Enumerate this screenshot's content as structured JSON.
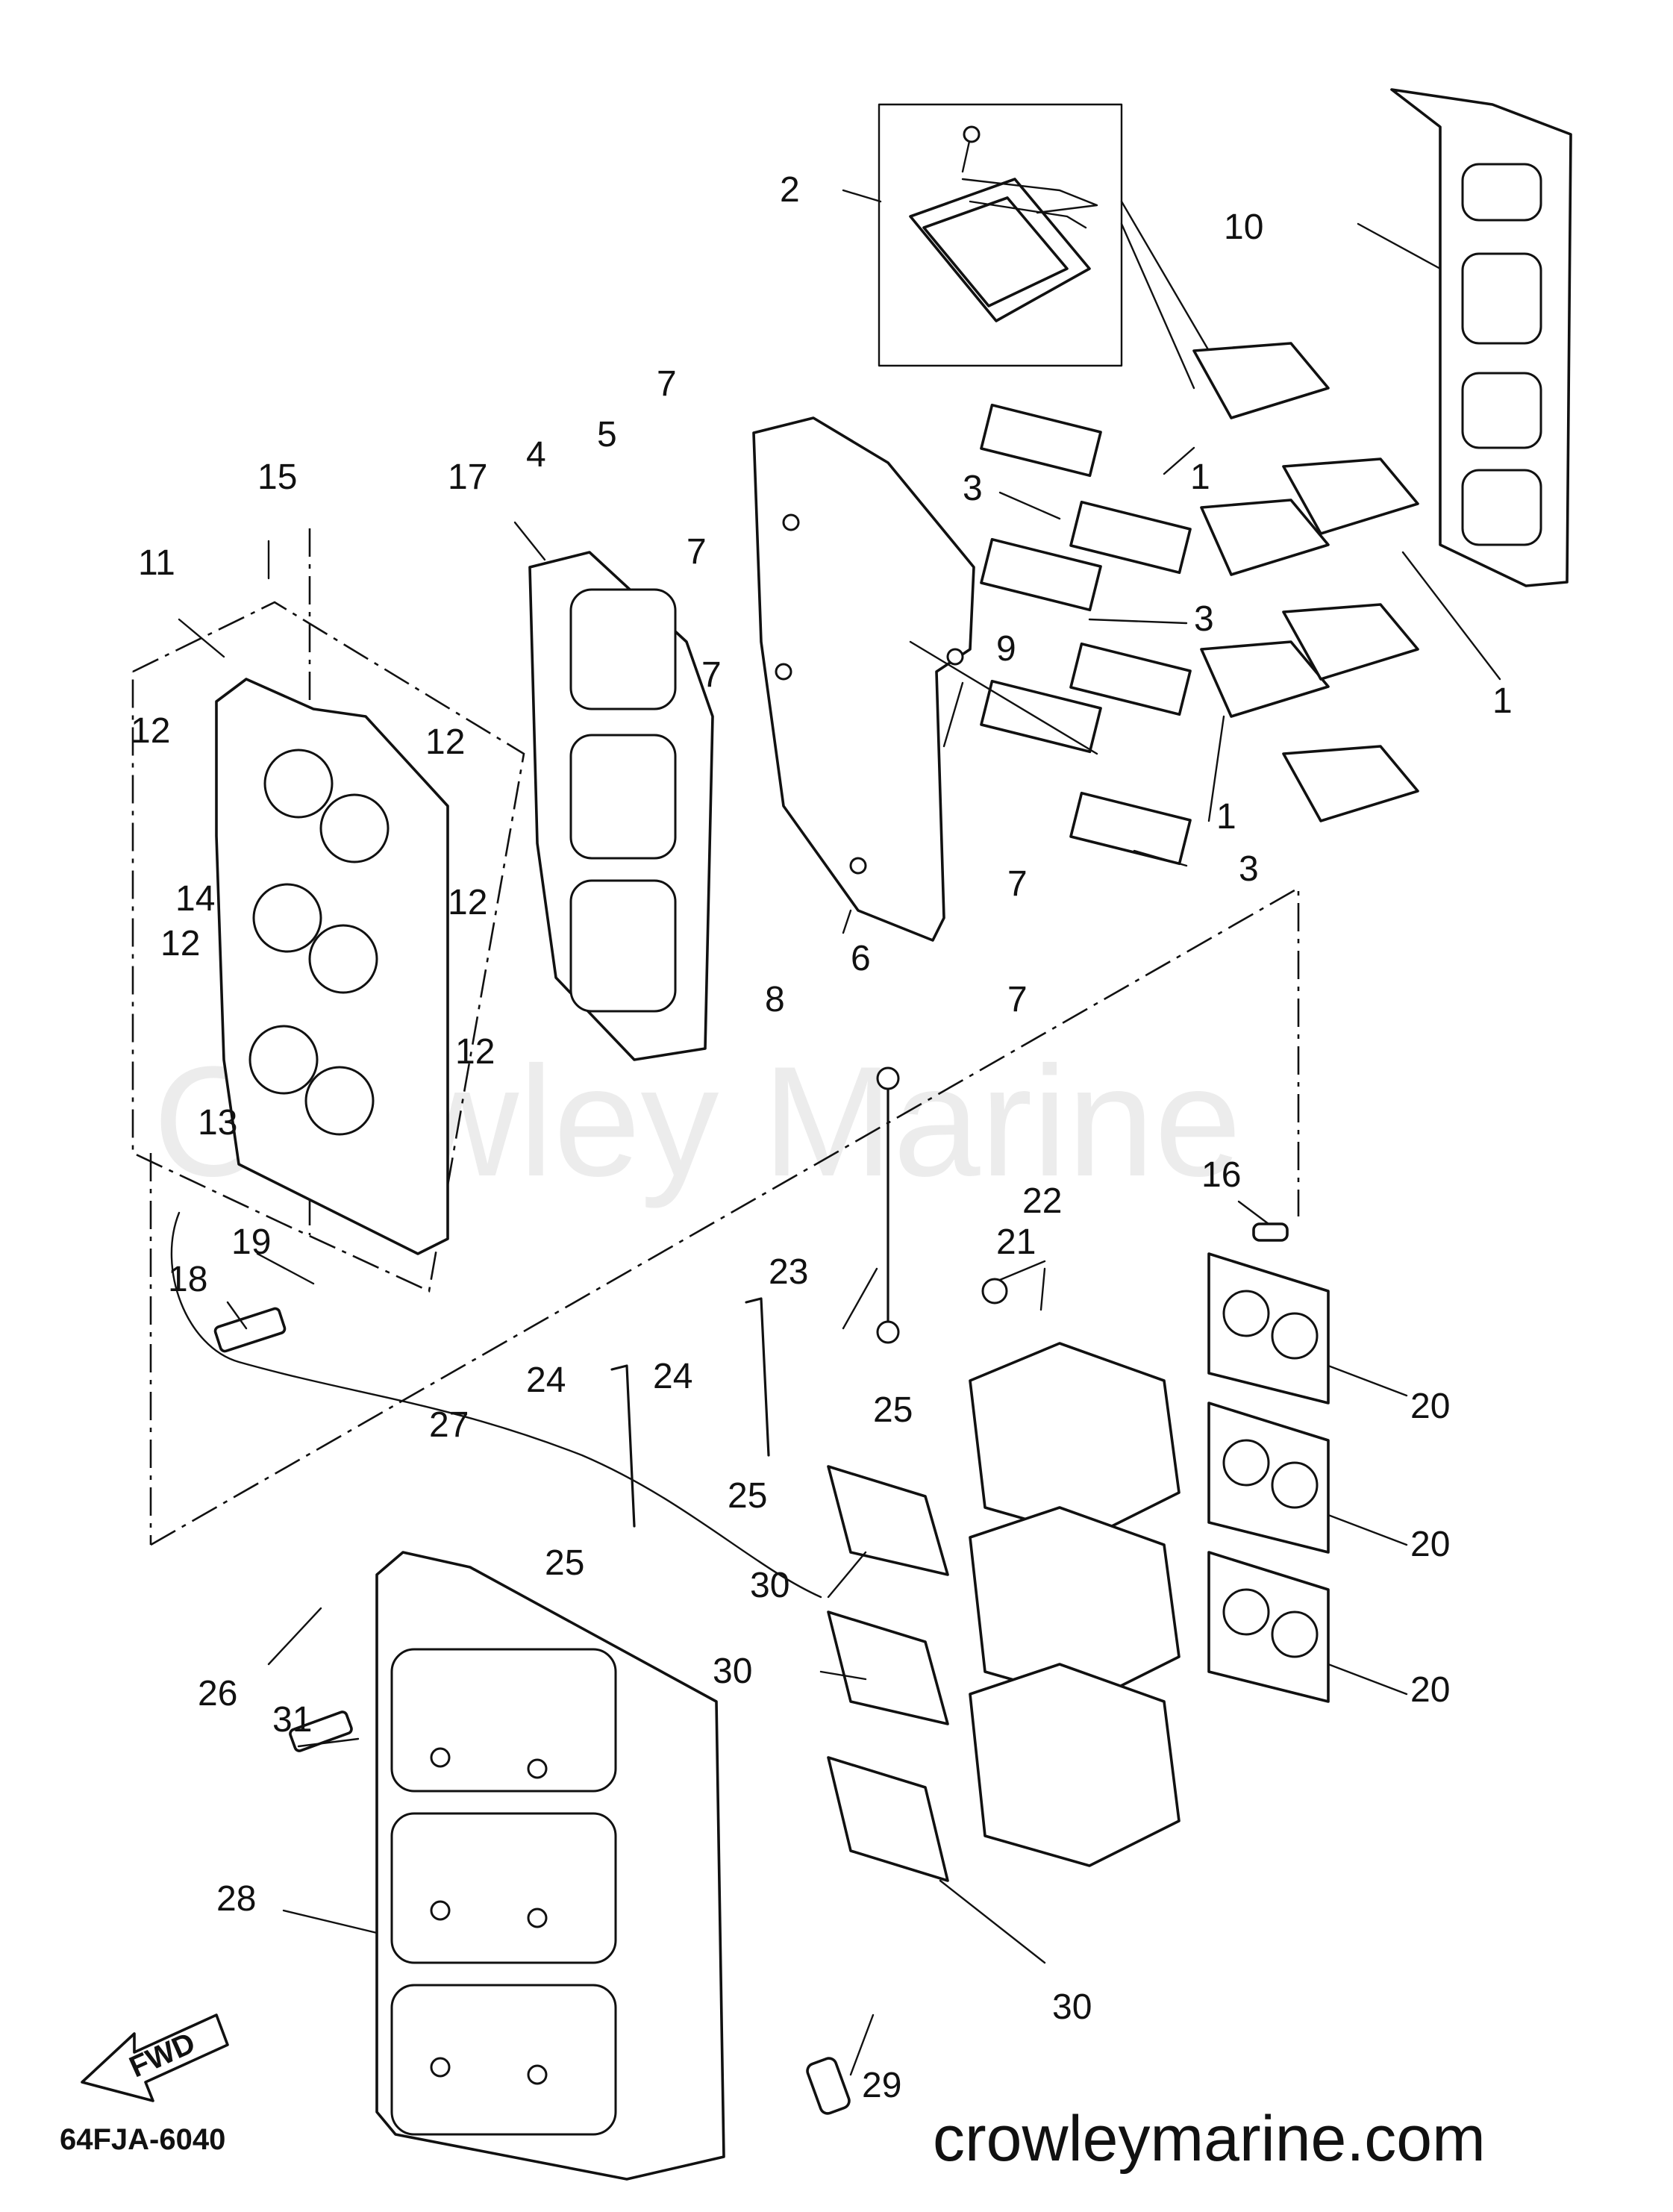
{
  "diagram_code": "64FJA-6040",
  "website": "crowleymarine.com",
  "watermark": "Crowley Marine",
  "fwd_arrow_label": "FWD",
  "callouts": [
    {
      "id": "c1a",
      "text": "1"
    },
    {
      "id": "c1b",
      "text": "1"
    },
    {
      "id": "c1c",
      "text": "1"
    },
    {
      "id": "c2",
      "text": "2"
    },
    {
      "id": "c3a",
      "text": "3"
    },
    {
      "id": "c3b",
      "text": "3"
    },
    {
      "id": "c3c",
      "text": "3"
    },
    {
      "id": "c4",
      "text": "4"
    },
    {
      "id": "c5",
      "text": "5"
    },
    {
      "id": "c6",
      "text": "6"
    },
    {
      "id": "c7a",
      "text": "7"
    },
    {
      "id": "c7b",
      "text": "7"
    },
    {
      "id": "c7c",
      "text": "7"
    },
    {
      "id": "c7d",
      "text": "7"
    },
    {
      "id": "c7e",
      "text": "7"
    },
    {
      "id": "c8",
      "text": "8"
    },
    {
      "id": "c9",
      "text": "9"
    },
    {
      "id": "c10",
      "text": "10"
    },
    {
      "id": "c11",
      "text": "11"
    },
    {
      "id": "c12a",
      "text": "12"
    },
    {
      "id": "c12b",
      "text": "12"
    },
    {
      "id": "c12c",
      "text": "12"
    },
    {
      "id": "c12d",
      "text": "12"
    },
    {
      "id": "c12e",
      "text": "12"
    },
    {
      "id": "c13",
      "text": "13"
    },
    {
      "id": "c14",
      "text": "14"
    },
    {
      "id": "c15",
      "text": "15"
    },
    {
      "id": "c16",
      "text": "16"
    },
    {
      "id": "c17",
      "text": "17"
    },
    {
      "id": "c18",
      "text": "18"
    },
    {
      "id": "c19",
      "text": "19"
    },
    {
      "id": "c20a",
      "text": "20"
    },
    {
      "id": "c20b",
      "text": "20"
    },
    {
      "id": "c20c",
      "text": "20"
    },
    {
      "id": "c21",
      "text": "21"
    },
    {
      "id": "c22",
      "text": "22"
    },
    {
      "id": "c23",
      "text": "23"
    },
    {
      "id": "c24a",
      "text": "24"
    },
    {
      "id": "c24b",
      "text": "24"
    },
    {
      "id": "c25a",
      "text": "25"
    },
    {
      "id": "c25b",
      "text": "25"
    },
    {
      "id": "c25c",
      "text": "25"
    },
    {
      "id": "c26",
      "text": "26"
    },
    {
      "id": "c27",
      "text": "27"
    },
    {
      "id": "c28",
      "text": "28"
    },
    {
      "id": "c29",
      "text": "29"
    },
    {
      "id": "c30a",
      "text": "30"
    },
    {
      "id": "c30b",
      "text": "30"
    },
    {
      "id": "c30c",
      "text": "30"
    },
    {
      "id": "c31",
      "text": "31"
    }
  ]
}
